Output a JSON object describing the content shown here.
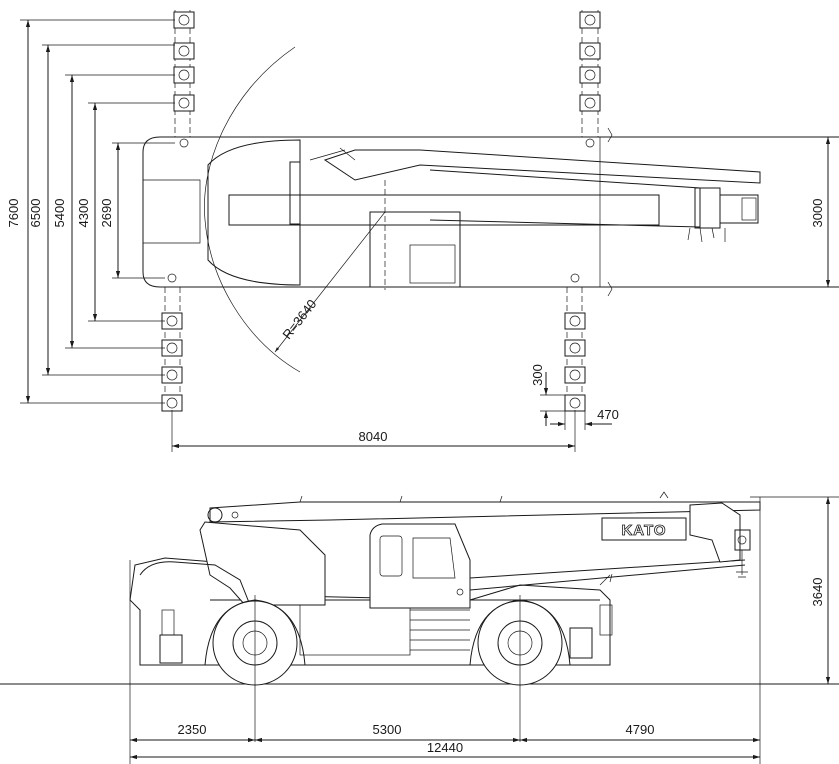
{
  "brand": "KATO",
  "top_view": {
    "outrigger_spans": [
      "7600",
      "6500",
      "5400",
      "4300",
      "2690"
    ],
    "body_width": "3000",
    "slew_radius": "R=3640",
    "wheelbase_outrigger": "8040",
    "float_height": "300",
    "float_width": "470"
  },
  "side_view": {
    "front_overhang": "2350",
    "wheelbase": "5300",
    "rear_overhang": "4790",
    "overall_length": "12440",
    "overall_height": "3640"
  }
}
